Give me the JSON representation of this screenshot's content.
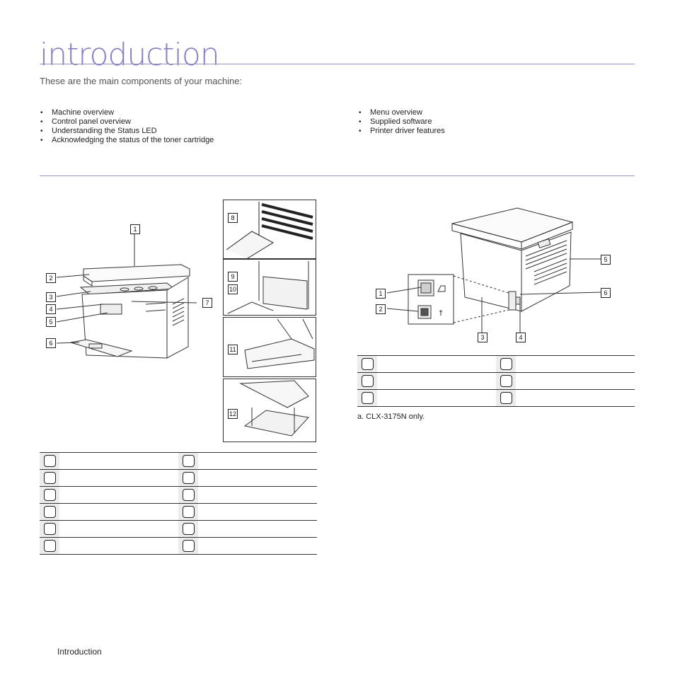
{
  "page": {
    "title": "introduction",
    "subtitle": "These are the main components of your machine:",
    "footer": "Introduction"
  },
  "topics_left": [
    "Machine overview",
    "Control panel overview",
    "Understanding the Status LED",
    "Acknowledging the status of the toner cartridge"
  ],
  "topics_right": [
    "Menu overview",
    "Supplied software",
    "Printer driver features"
  ],
  "front_view": {
    "callouts": [
      "1",
      "2",
      "3",
      "4",
      "5",
      "6",
      "7",
      "8",
      "9",
      "10",
      "11",
      "12"
    ],
    "table_rows": 6
  },
  "rear_view": {
    "callouts": [
      "1",
      "2",
      "3",
      "4",
      "5",
      "6"
    ],
    "table_rows": 3,
    "footnote": "a. CLX-3175N only."
  },
  "colors": {
    "accent": "#8a7fc4",
    "rule": "#9a93c8"
  }
}
